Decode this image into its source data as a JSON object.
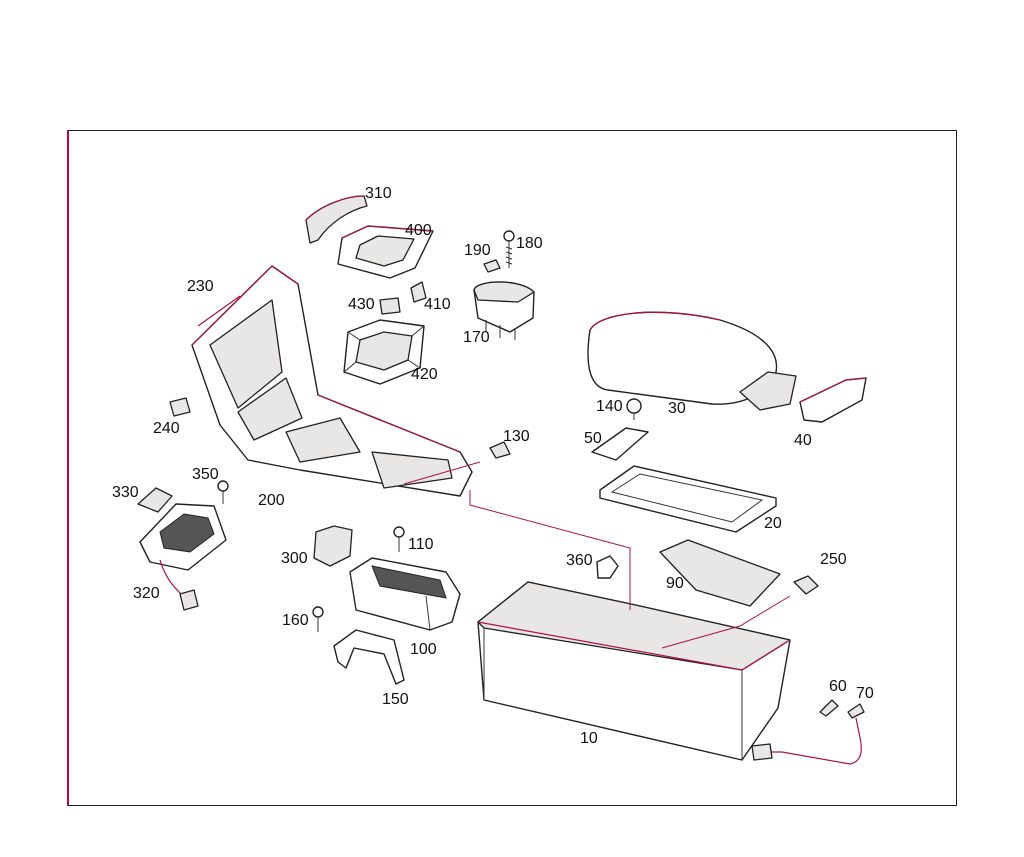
{
  "diagram": {
    "callouts": [
      {
        "id": "c310",
        "label": "310"
      },
      {
        "id": "c400",
        "label": "400"
      },
      {
        "id": "c190",
        "label": "190"
      },
      {
        "id": "c180",
        "label": "180"
      },
      {
        "id": "c230",
        "label": "230"
      },
      {
        "id": "c430",
        "label": "430"
      },
      {
        "id": "c410",
        "label": "410"
      },
      {
        "id": "c170",
        "label": "170"
      },
      {
        "id": "c420",
        "label": "420"
      },
      {
        "id": "c140",
        "label": "140"
      },
      {
        "id": "c30",
        "label": "30"
      },
      {
        "id": "c40",
        "label": "40"
      },
      {
        "id": "c240",
        "label": "240"
      },
      {
        "id": "c130",
        "label": "130"
      },
      {
        "id": "c50",
        "label": "50"
      },
      {
        "id": "c350",
        "label": "350"
      },
      {
        "id": "c330",
        "label": "330"
      },
      {
        "id": "c200",
        "label": "200"
      },
      {
        "id": "c20",
        "label": "20"
      },
      {
        "id": "c110",
        "label": "110"
      },
      {
        "id": "c300",
        "label": "300"
      },
      {
        "id": "c360",
        "label": "360"
      },
      {
        "id": "c250",
        "label": "250"
      },
      {
        "id": "c90",
        "label": "90"
      },
      {
        "id": "c320",
        "label": "320"
      },
      {
        "id": "c160",
        "label": "160"
      },
      {
        "id": "c100",
        "label": "100"
      },
      {
        "id": "c60",
        "label": "60"
      },
      {
        "id": "c70",
        "label": "70"
      },
      {
        "id": "c150",
        "label": "150"
      },
      {
        "id": "c10",
        "label": "10"
      }
    ]
  }
}
